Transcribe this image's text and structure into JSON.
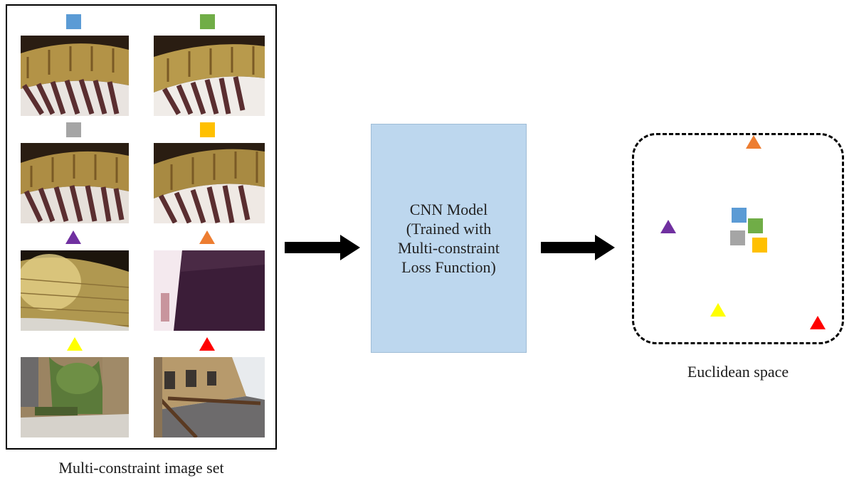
{
  "image_set": {
    "caption": "Multi-constraint image set",
    "markers": [
      {
        "shape": "square",
        "color": "#5b9bd5"
      },
      {
        "shape": "square",
        "color": "#70ad47"
      },
      {
        "shape": "square",
        "color": "#a5a5a5"
      },
      {
        "shape": "square",
        "color": "#ffc000"
      },
      {
        "shape": "triangle",
        "color": "#7030a0"
      },
      {
        "shape": "triangle",
        "color": "#ed7d31"
      },
      {
        "shape": "triangle",
        "color": "#ffff00"
      },
      {
        "shape": "triangle",
        "color": "#ff0000"
      }
    ]
  },
  "model": {
    "lines": [
      "CNN Model",
      "(Trained with",
      "Multi-constraint",
      "Loss Function)"
    ],
    "box_color": "#bdd7ee"
  },
  "embedding": {
    "caption": "Euclidean space"
  },
  "colors": {
    "arrow": "#000000",
    "border": "#000000"
  }
}
